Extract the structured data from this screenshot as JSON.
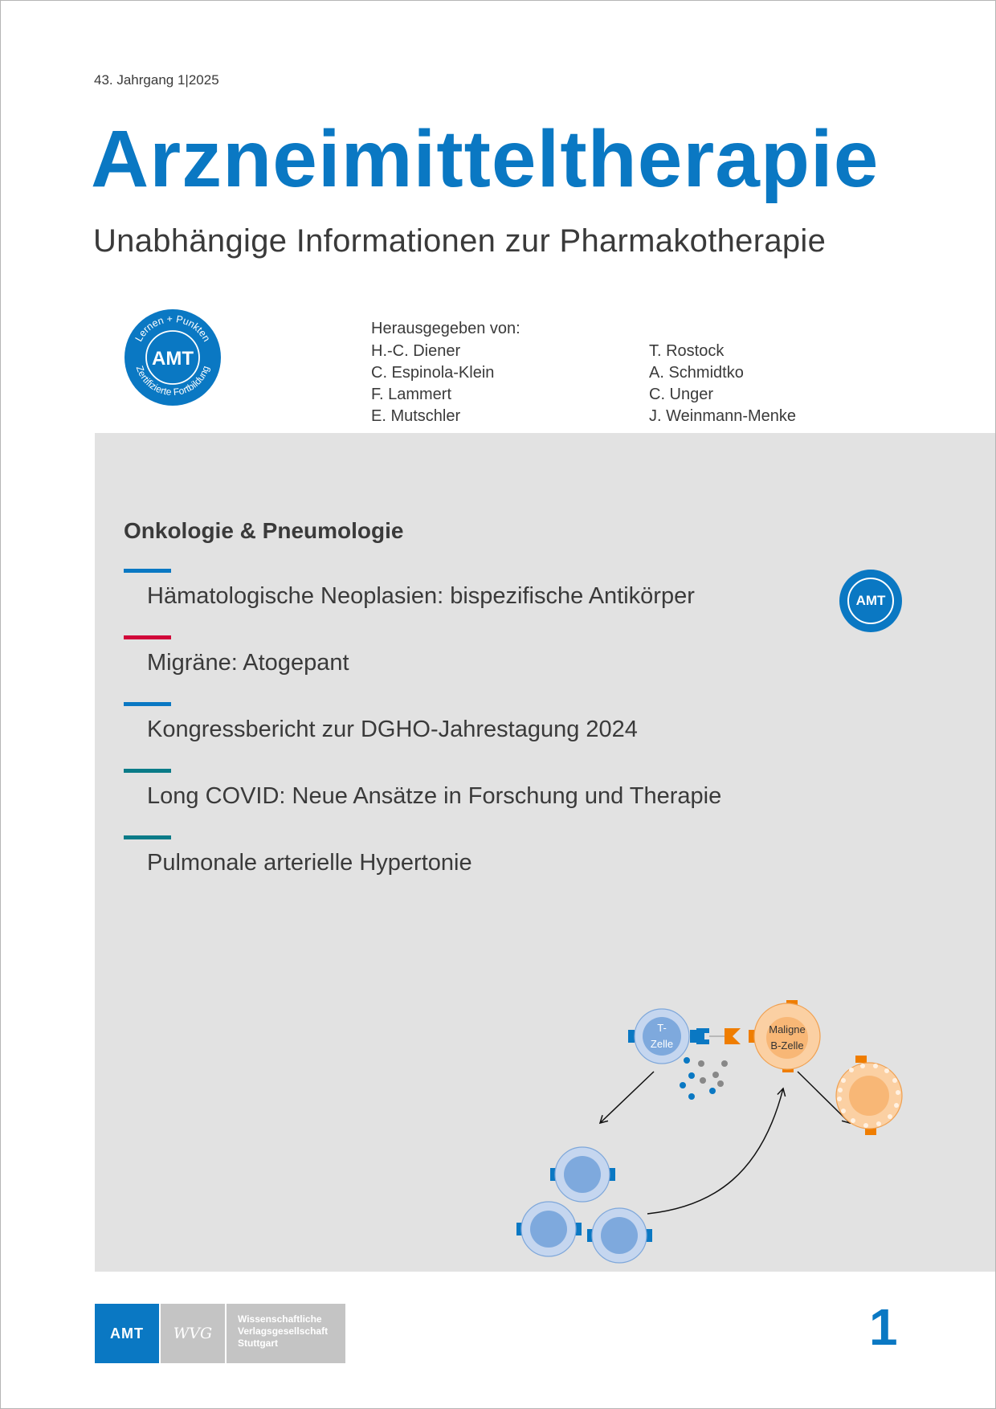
{
  "header": {
    "issue_line": "43. Jahrgang 1|2025",
    "title": "Arzneimitteltherapie",
    "subtitle": "Unabhängige Informationen zur Pharmakotherapie"
  },
  "seal": {
    "center_text": "AMT",
    "top_arc_text": "Lernen + Punkten",
    "bottom_arc_text": "Zertifizierte Fortbildung",
    "color": "#0a78c3"
  },
  "editors": {
    "label": "Herausgegeben von:",
    "column1": [
      "H.-C. Diener",
      "C. Espinola-Klein",
      "F. Lammert",
      "E. Mutschler"
    ],
    "column2": [
      "T. Rostock",
      "A. Schmidtko",
      "C. Unger",
      "J. Weinmann-Menke"
    ]
  },
  "contents": {
    "section_title": "Onkologie & Pneumologie",
    "items": [
      {
        "label": "Hämatologische Neoplasien: bispezifische Antikörper",
        "bar_color": "#0a78c3"
      },
      {
        "label": "Migräne: Atogepant",
        "bar_color": "#d1063a"
      },
      {
        "label": "Kongressbericht zur DGHO-Jahrestagung 2024",
        "bar_color": "#0a78c3"
      },
      {
        "label": "Long COVID: Neue Ansätze in Forschung und Therapie",
        "bar_color": "#0a7b88"
      },
      {
        "label": "Pulmonale arterielle Hypertonie",
        "bar_color": "#0a7b88"
      }
    ],
    "amt_badge": "AMT"
  },
  "diagram": {
    "t_cell_label_line1": "T-",
    "t_cell_label_line2": "Zelle",
    "b_cell_label_line1": "Maligne",
    "b_cell_label_line2": "B-Zelle"
  },
  "footer": {
    "logo_amt": "AMT",
    "logo_wvg": "WVG",
    "publisher_line1": "Wissenschaftliche",
    "publisher_line2": "Verlagsgesellschaft",
    "publisher_line3": "Stuttgart",
    "issue_number": "1"
  }
}
